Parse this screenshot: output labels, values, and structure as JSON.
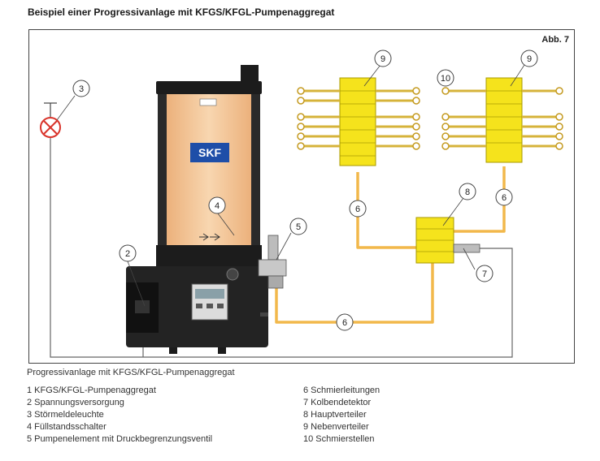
{
  "header": {
    "title": "Beispiel einer Progressivanlage mit KFGS/KFGL-Pumpenaggregat"
  },
  "figure": {
    "label": "Abb. 7",
    "brand": "SKF"
  },
  "callouts": [
    {
      "number": "2"
    },
    {
      "number": "3"
    },
    {
      "number": "4"
    },
    {
      "number": "5"
    },
    {
      "number": "6"
    },
    {
      "number": "6"
    },
    {
      "number": "6"
    },
    {
      "number": "7"
    },
    {
      "number": "8"
    },
    {
      "number": "9"
    },
    {
      "number": "9"
    },
    {
      "number": "10"
    }
  ],
  "caption": "Progressivanlage mit KFGS/KFGL-Pumpenaggregat",
  "legend": {
    "left": [
      {
        "text": "1 KFGS/KFGL-Pumpenaggregat"
      },
      {
        "text": "2 Spannungsversorgung"
      },
      {
        "text": "3 Störmeldeleuchte"
      },
      {
        "text": "4 Füllstandsschalter"
      },
      {
        "text": "5 Pumpenelement mit Druckbegrenzungsventil"
      }
    ],
    "right": [
      {
        "text": "6 Schmierleitungen"
      },
      {
        "text": "7 Kolbendetektor"
      },
      {
        "text": "8 Hauptverteiler"
      },
      {
        "text": "9 Nebenverteiler"
      },
      {
        "text": "10 Schmierstellen"
      }
    ]
  },
  "colors": {
    "line": "#f2b84b",
    "distributor": "#f5e31c",
    "reservoir": "#f3c79a",
    "pump_body": "#1c1c1c",
    "frame": "#444444"
  }
}
